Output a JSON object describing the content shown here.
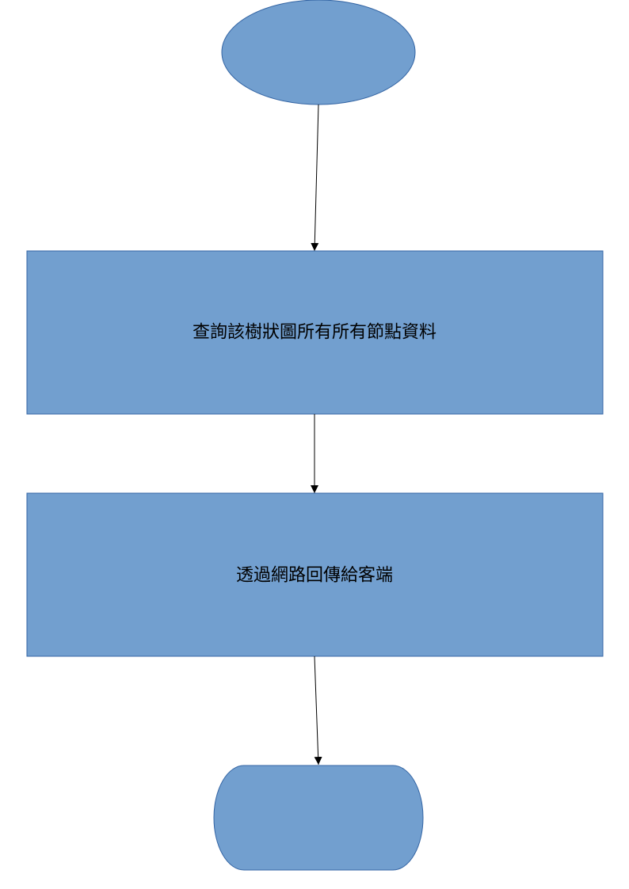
{
  "diagram": {
    "type": "flowchart",
    "colors": {
      "node_fill": "#729fcf",
      "node_stroke": "#3465a4",
      "connector": "#000000",
      "background": "#ffffff"
    },
    "nodes": [
      {
        "id": "start",
        "shape": "ellipse",
        "label": ""
      },
      {
        "id": "step1",
        "shape": "rectangle",
        "label": "查詢該樹狀圖所有所有節點資料"
      },
      {
        "id": "step2",
        "shape": "rectangle",
        "label": "透過網路回傳給客端"
      },
      {
        "id": "end",
        "shape": "terminator",
        "label": ""
      }
    ],
    "edges": [
      {
        "from": "start",
        "to": "step1"
      },
      {
        "from": "step1",
        "to": "step2"
      },
      {
        "from": "step2",
        "to": "end"
      }
    ]
  }
}
